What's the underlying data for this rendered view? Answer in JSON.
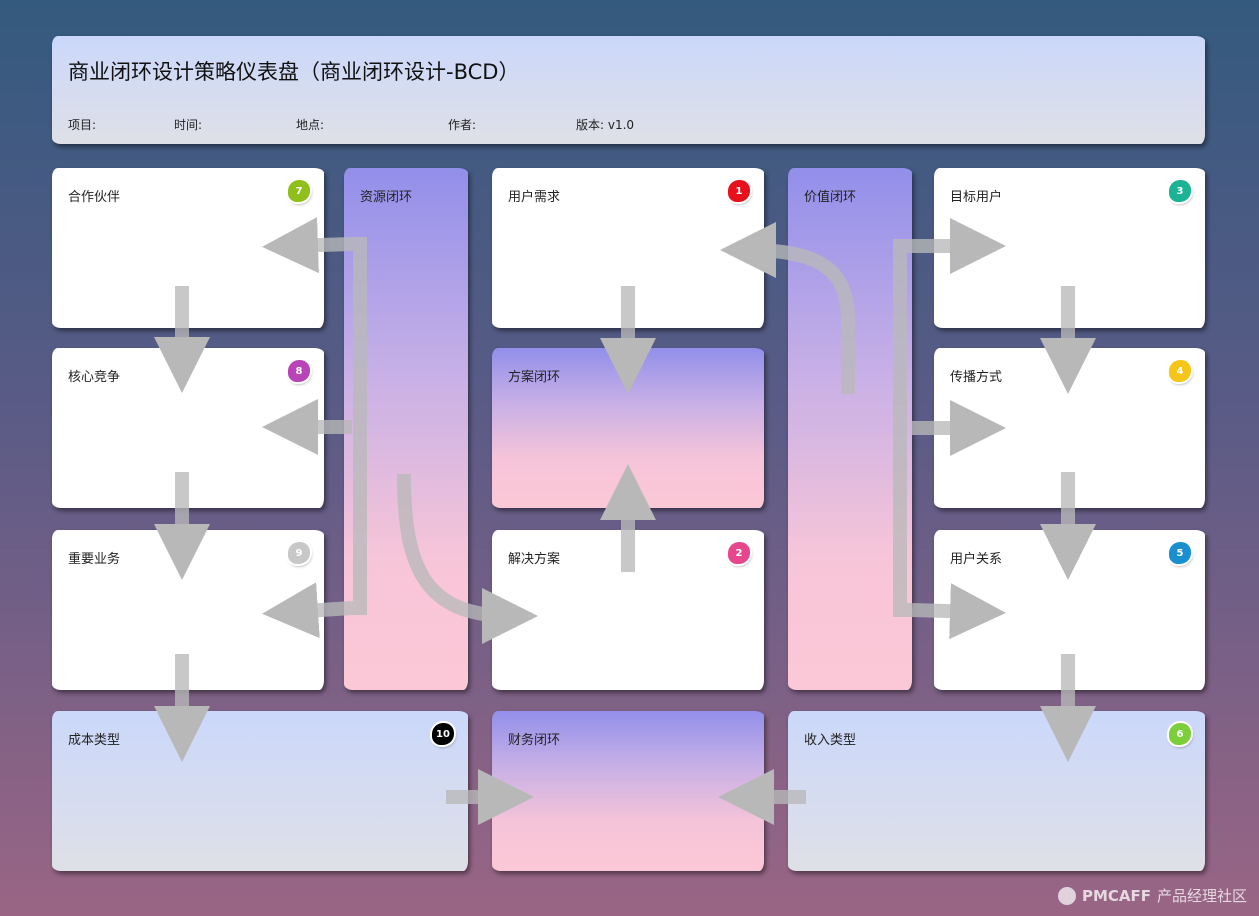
{
  "header": {
    "title": "商业闭环设计策略仪表盘（商业闭环设计-BCD）",
    "project_label": "项目:",
    "time_label": "时间:",
    "location_label": "地点:",
    "author_label": "作者:",
    "version_label": "版本: v1.0"
  },
  "blocks": {
    "partners": {
      "label": "合作伙伴",
      "badge": "7",
      "color": "#8fbf1a"
    },
    "core_competition": {
      "label": "核心竞争",
      "badge": "8",
      "color": "#b844b8"
    },
    "key_activities": {
      "label": "重要业务",
      "badge": "9",
      "color": "#c8c8c8"
    },
    "cost_types": {
      "label": "成本类型",
      "badge": "10",
      "color": "#000000"
    },
    "resource_loop": {
      "label": "资源闭环"
    },
    "user_needs": {
      "label": "用户需求",
      "badge": "1",
      "color": "#e8101c"
    },
    "solution_loop": {
      "label": "方案闭环"
    },
    "solution": {
      "label": "解决方案",
      "badge": "2",
      "color": "#e6468c"
    },
    "finance_loop": {
      "label": "财务闭环"
    },
    "value_loop": {
      "label": "价值闭环"
    },
    "target_users": {
      "label": "目标用户",
      "badge": "3",
      "color": "#1ab394"
    },
    "channels": {
      "label": "传播方式",
      "badge": "4",
      "color": "#f5c518"
    },
    "user_relations": {
      "label": "用户关系",
      "badge": "5",
      "color": "#1a8fd0"
    },
    "revenue_types": {
      "label": "收入类型",
      "badge": "6",
      "color": "#7ccf3a"
    }
  },
  "footer": {
    "brand": "PMCAFF",
    "text": "产品经理社区"
  }
}
